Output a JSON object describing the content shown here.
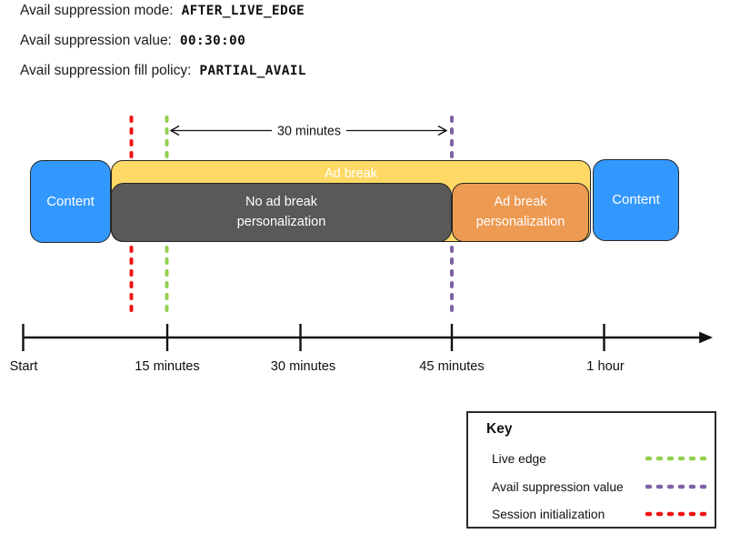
{
  "header": {
    "lines": [
      {
        "label": "Avail suppression mode:",
        "value": "AFTER_LIVE_EDGE"
      },
      {
        "label": "Avail suppression value:",
        "value": "00:30:00"
      },
      {
        "label": "Avail suppression fill policy:",
        "value": "PARTIAL_AVAIL"
      }
    ]
  },
  "diagram": {
    "duration_label": "30 minutes",
    "content_left_label": "Content",
    "ad_break_label": "Ad break",
    "no_personalization_label": "No ad break\npersonalization",
    "personalization_label": "Ad break\npersonalization",
    "content_right_label": "Content",
    "colors": {
      "content": "#3398FE",
      "ad_break": "#FFD966",
      "no_personalization": "#595959",
      "personalization": "#ED9A52"
    }
  },
  "timeline": {
    "ticks": [
      {
        "label": "Start"
      },
      {
        "label": "15 minutes"
      },
      {
        "label": "30 minutes"
      },
      {
        "label": "45 minutes"
      },
      {
        "label": "1 hour"
      }
    ]
  },
  "key": {
    "title": "Key",
    "items": [
      {
        "label": "Live edge",
        "color": "#92D050"
      },
      {
        "label": "Avail suppression value",
        "color": "#7D63A6"
      },
      {
        "label": "Session initialization",
        "color": "#EE1111"
      }
    ]
  }
}
